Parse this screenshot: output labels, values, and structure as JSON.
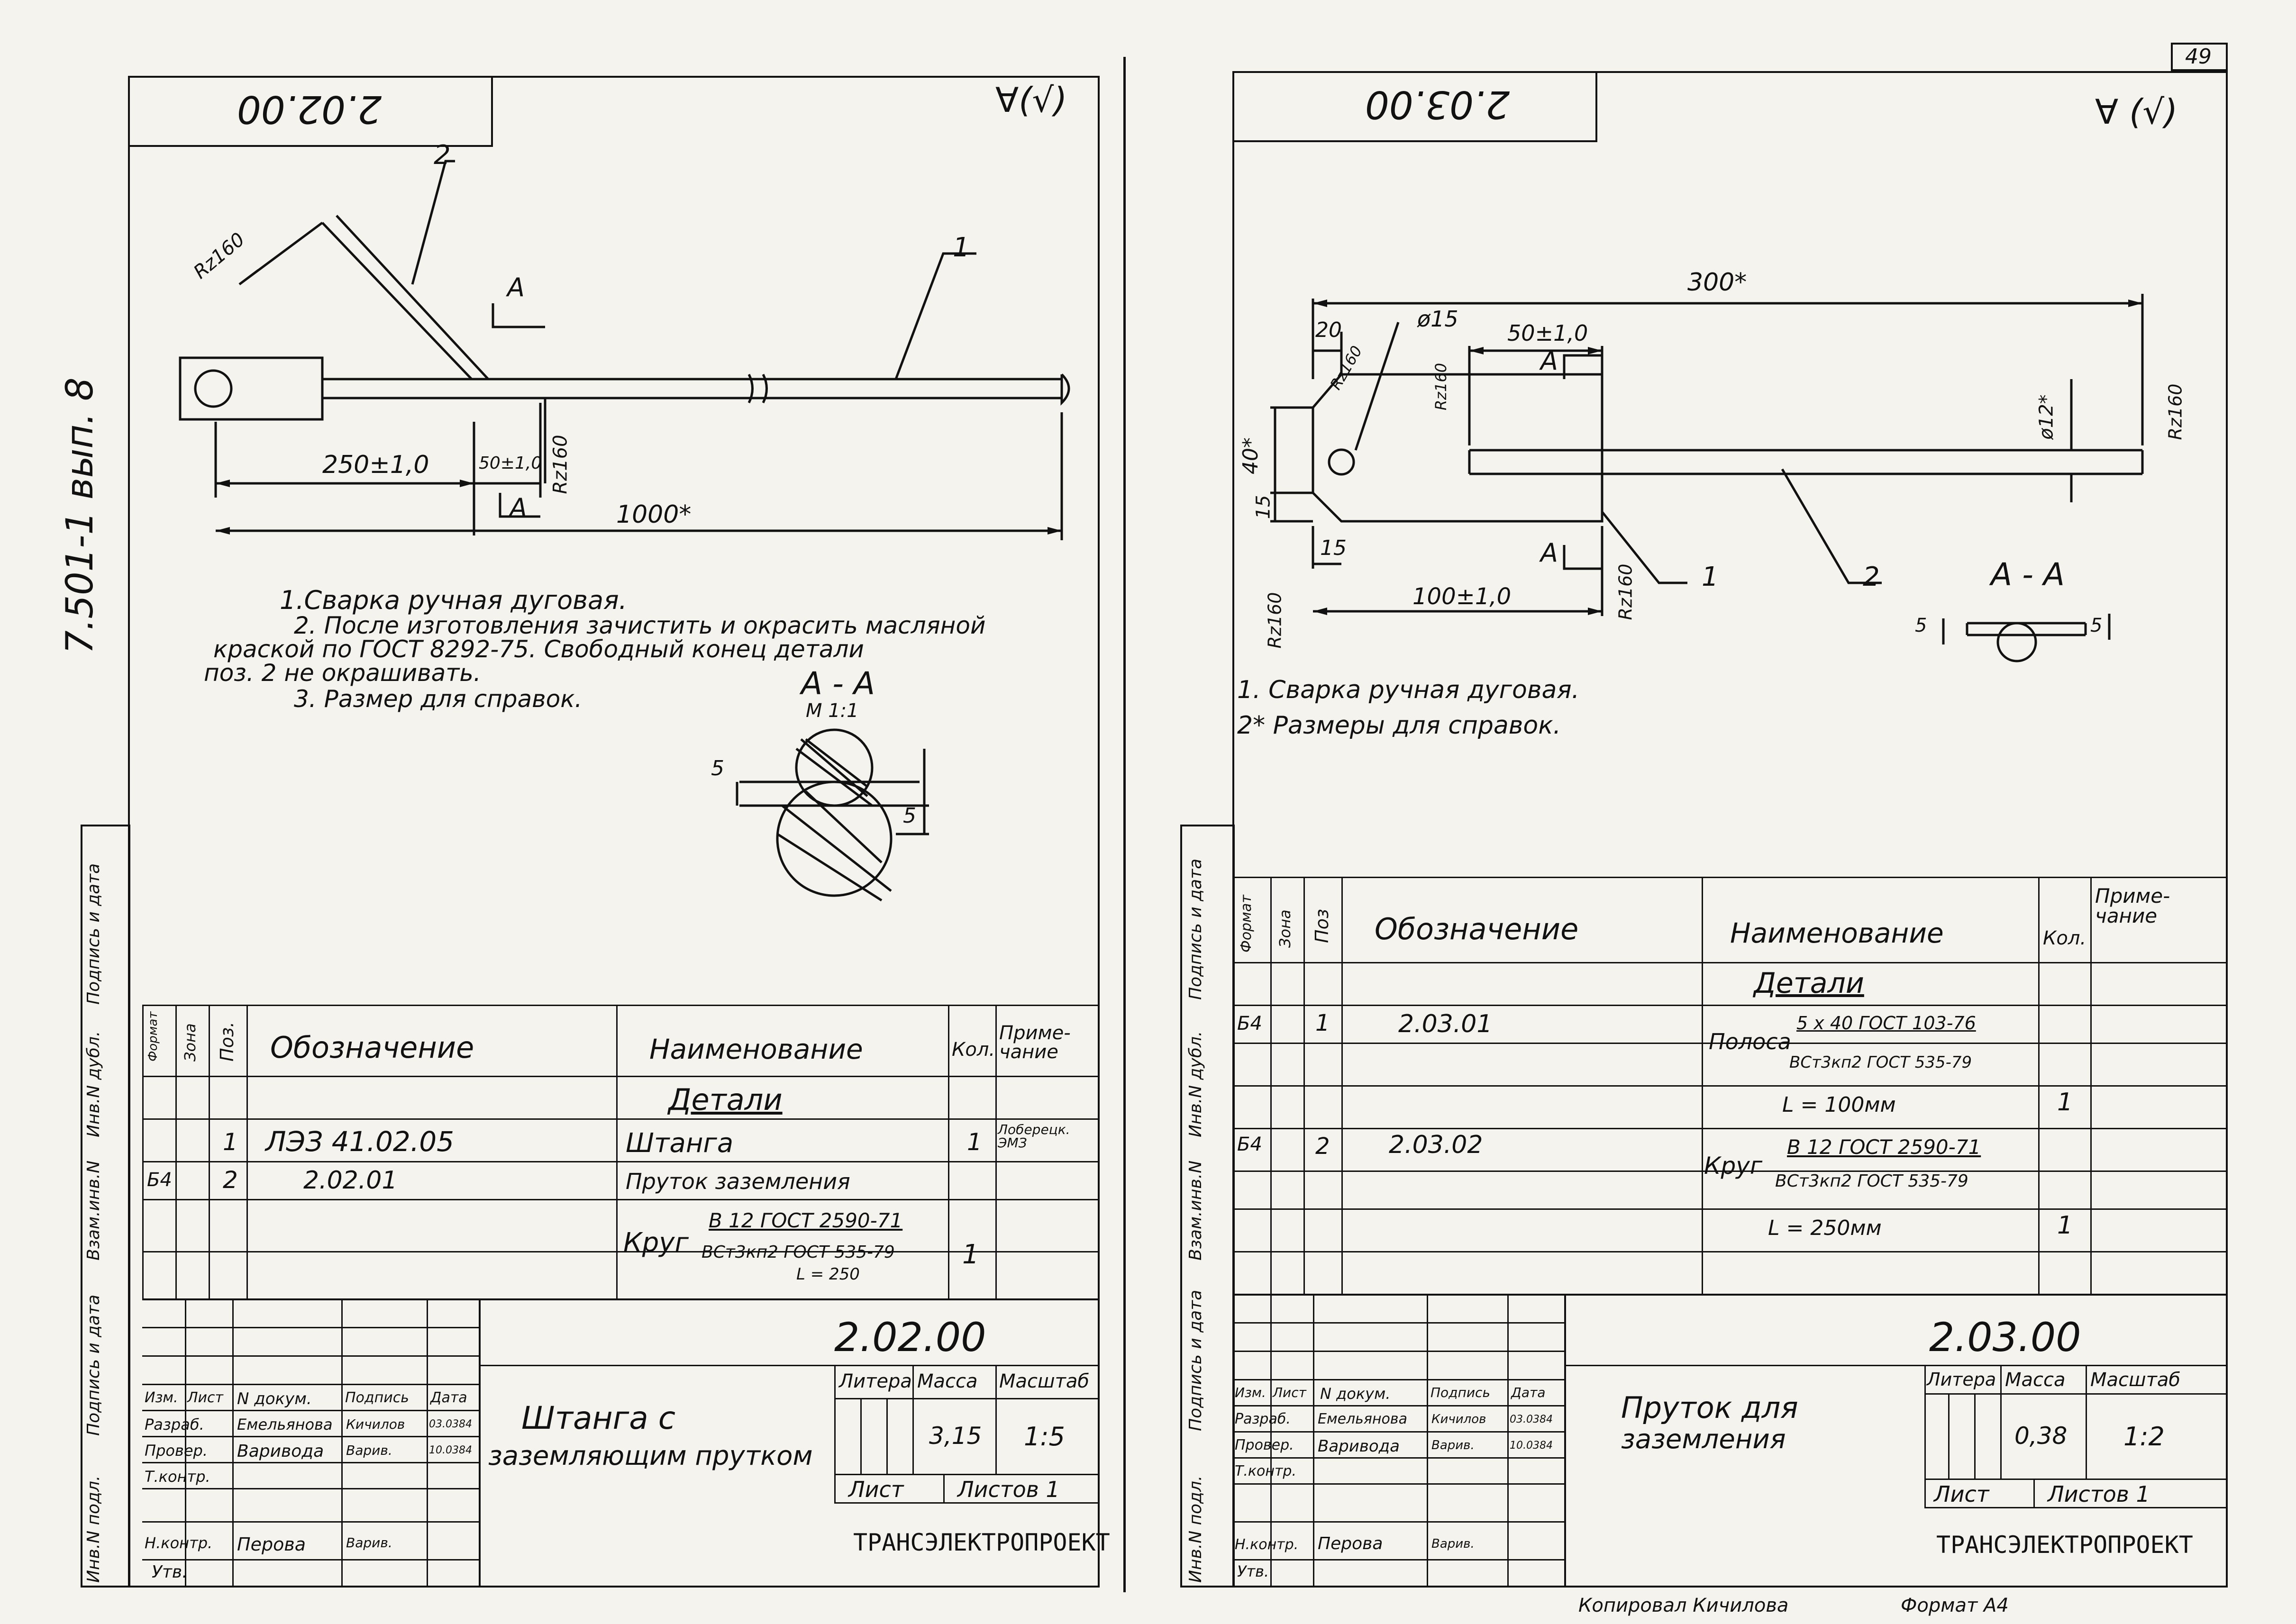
{
  "page_number": "49",
  "left_margin_note": "7.501-1  вып. 8",
  "side_stamp_labels": [
    "Инв.N подл.",
    "Подпись и дата",
    "Взам.инв.N",
    "Инв.N дубл.",
    "Подпись и дата"
  ],
  "sheet_left": {
    "doc_code_top": "2.02.00",
    "roughness_mark": "∀(√)",
    "drawing": {
      "leader_1": "1",
      "leader_2": "2",
      "rz_top": "Rz160",
      "rz_side": "Rz160",
      "dim_250": "250±1,0",
      "dim_50": "50±1,0",
      "dim_1000": "1000*",
      "section_mark": "А",
      "section_title": "А - А",
      "section_scale": "М 1:1",
      "dim_5a": "5",
      "dim_5b": "5"
    },
    "notes": [
      "1.Сварка ручная дуговая.",
      "2. После изготовления зачистить и окрасить масляной",
      "краской по ГОСТ 8292-75. Свободный конец детали",
      "поз. 2  не окрашивать.",
      "3. Размер для справок."
    ],
    "spec_headers": {
      "format": "Формат",
      "zone": "Зона",
      "pos": "Поз.",
      "designation": "Обозначение",
      "name": "Наименование",
      "qty": "Кол.",
      "note": "Приме-чание"
    },
    "spec_section": "Детали",
    "spec_rows": [
      {
        "format": "",
        "pos": "1",
        "designation": "ЛЭЗ  41.02.05",
        "name": "Штанга",
        "qty": "1",
        "note": "Лоберецк. ЭМЗ"
      },
      {
        "format": "Б4",
        "pos": "2",
        "designation": "2.02.01",
        "name": "Пруток заземления",
        "qty": "",
        "note": ""
      }
    ],
    "krug_label": "Круг",
    "krug_top": "В 12 ГОСТ 2590-71",
    "krug_bottom": "ВСт3кп2 ГОСТ 535-79",
    "krug_length": "L = 250",
    "krug_qty": "1",
    "title_block": {
      "doc_code": "2.02.00",
      "title_line1": "Штанга с",
      "title_line2": "заземляющим прутком",
      "col_izm": "Изм.",
      "col_list": "Лист",
      "col_ndokum": "N докум.",
      "col_podpis": "Подпись",
      "col_data": "Дата",
      "role_razrab": "Разраб.",
      "name_razrab": "Емельянова",
      "sign_razrab": "Кичилов",
      "date_razrab": "03.0384",
      "role_prov": "Провер.",
      "name_prov": "Варивода",
      "sign_prov": "Варив.",
      "date_prov": "10.0384",
      "role_tkontr": "Т.контр.",
      "role_nkontr": "Н.контр.",
      "name_nkontr": "Перова",
      "sign_nkontr": "Варив.",
      "role_utv": "Утв.",
      "litera": "Литера",
      "massa_label": "Масса",
      "masshtab_label": "Масштаб",
      "massa": "3,15",
      "masshtab": "1:5",
      "list_label": "Лист",
      "listov_label": "Листов 1",
      "org": "ТРАНСЭЛЕКТРОПРОЕКТ"
    }
  },
  "sheet_right": {
    "doc_code_top": "2.03.00",
    "roughness_mark": "∀ (√)",
    "drawing": {
      "dim_300": "300*",
      "dim_20": "20",
      "phi15": "ø15",
      "rz_a": "Rz160",
      "rz_b": "Rz160",
      "rz_c": "Rz160",
      "rz_d": "Rz160",
      "rz_e": "Rz160",
      "dim_50": "50±1,0",
      "dim_40": "40*",
      "dim_15a": "15",
      "dim_15b": "15",
      "dim_100": "100±1,0",
      "phi12": "ø12*",
      "leader_1": "1",
      "leader_2": "2",
      "section_mark": "А",
      "section_title": "А - А",
      "dim_5a": "5",
      "dim_5b": "5"
    },
    "notes": [
      "1. Сварка ручная дуговая.",
      "2* Размеры для справок."
    ],
    "spec_headers": {
      "format": "Формат",
      "zone": "Зона",
      "pos": "Поз",
      "designation": "Обозначение",
      "name": "Наименование",
      "qty": "Кол.",
      "note": "Приме-чание"
    },
    "spec_section": "Детали",
    "spec_rows": [
      {
        "format": "Б4",
        "pos": "1",
        "designation": "2.03.01",
        "name_label": "Полоса",
        "name_top": "5 х 40 ГОСТ 103-76",
        "name_bottom": "ВСт3кп2 ГОСТ 535-79",
        "length": "L = 100мм",
        "qty": "1"
      },
      {
        "format": "Б4",
        "pos": "2",
        "designation": "2.03.02",
        "name_label": "Круг",
        "name_top": "В 12 ГОСТ 2590-71",
        "name_bottom": "ВСт3кп2 ГОСТ 535-79",
        "length": "L = 250мм",
        "qty": "1"
      }
    ],
    "title_block": {
      "doc_code": "2.03.00",
      "title_line1": "Пруток для",
      "title_line2": "заземления",
      "col_izm": "Изм.",
      "col_list": "Лист",
      "col_ndokum": "N докум.",
      "col_podpis": "Подпись",
      "col_data": "Дата",
      "role_razrab": "Разраб.",
      "name_razrab": "Емельянова",
      "sign_razrab": "Кичилов",
      "date_razrab": "03.0384",
      "role_prov": "Провер.",
      "name_prov": "Варивода",
      "sign_prov": "Варив.",
      "date_prov": "10.0384",
      "role_tkontr": "Т.контр.",
      "role_nkontr": "Н.контр.",
      "name_nkontr": "Перова",
      "sign_nkontr": "Варив.",
      "role_utv": "Утв.",
      "litera": "Литера",
      "massa_label": "Масса",
      "masshtab_label": "Масштаб",
      "massa": "0,38",
      "masshtab": "1:2",
      "list_label": "Лист",
      "listov_label": "Листов 1",
      "org": "ТРАНСЭЛЕКТРОПРОЕКТ"
    }
  },
  "footer_left": "Копировал  Кичилова",
  "footer_right": "Формат А4"
}
